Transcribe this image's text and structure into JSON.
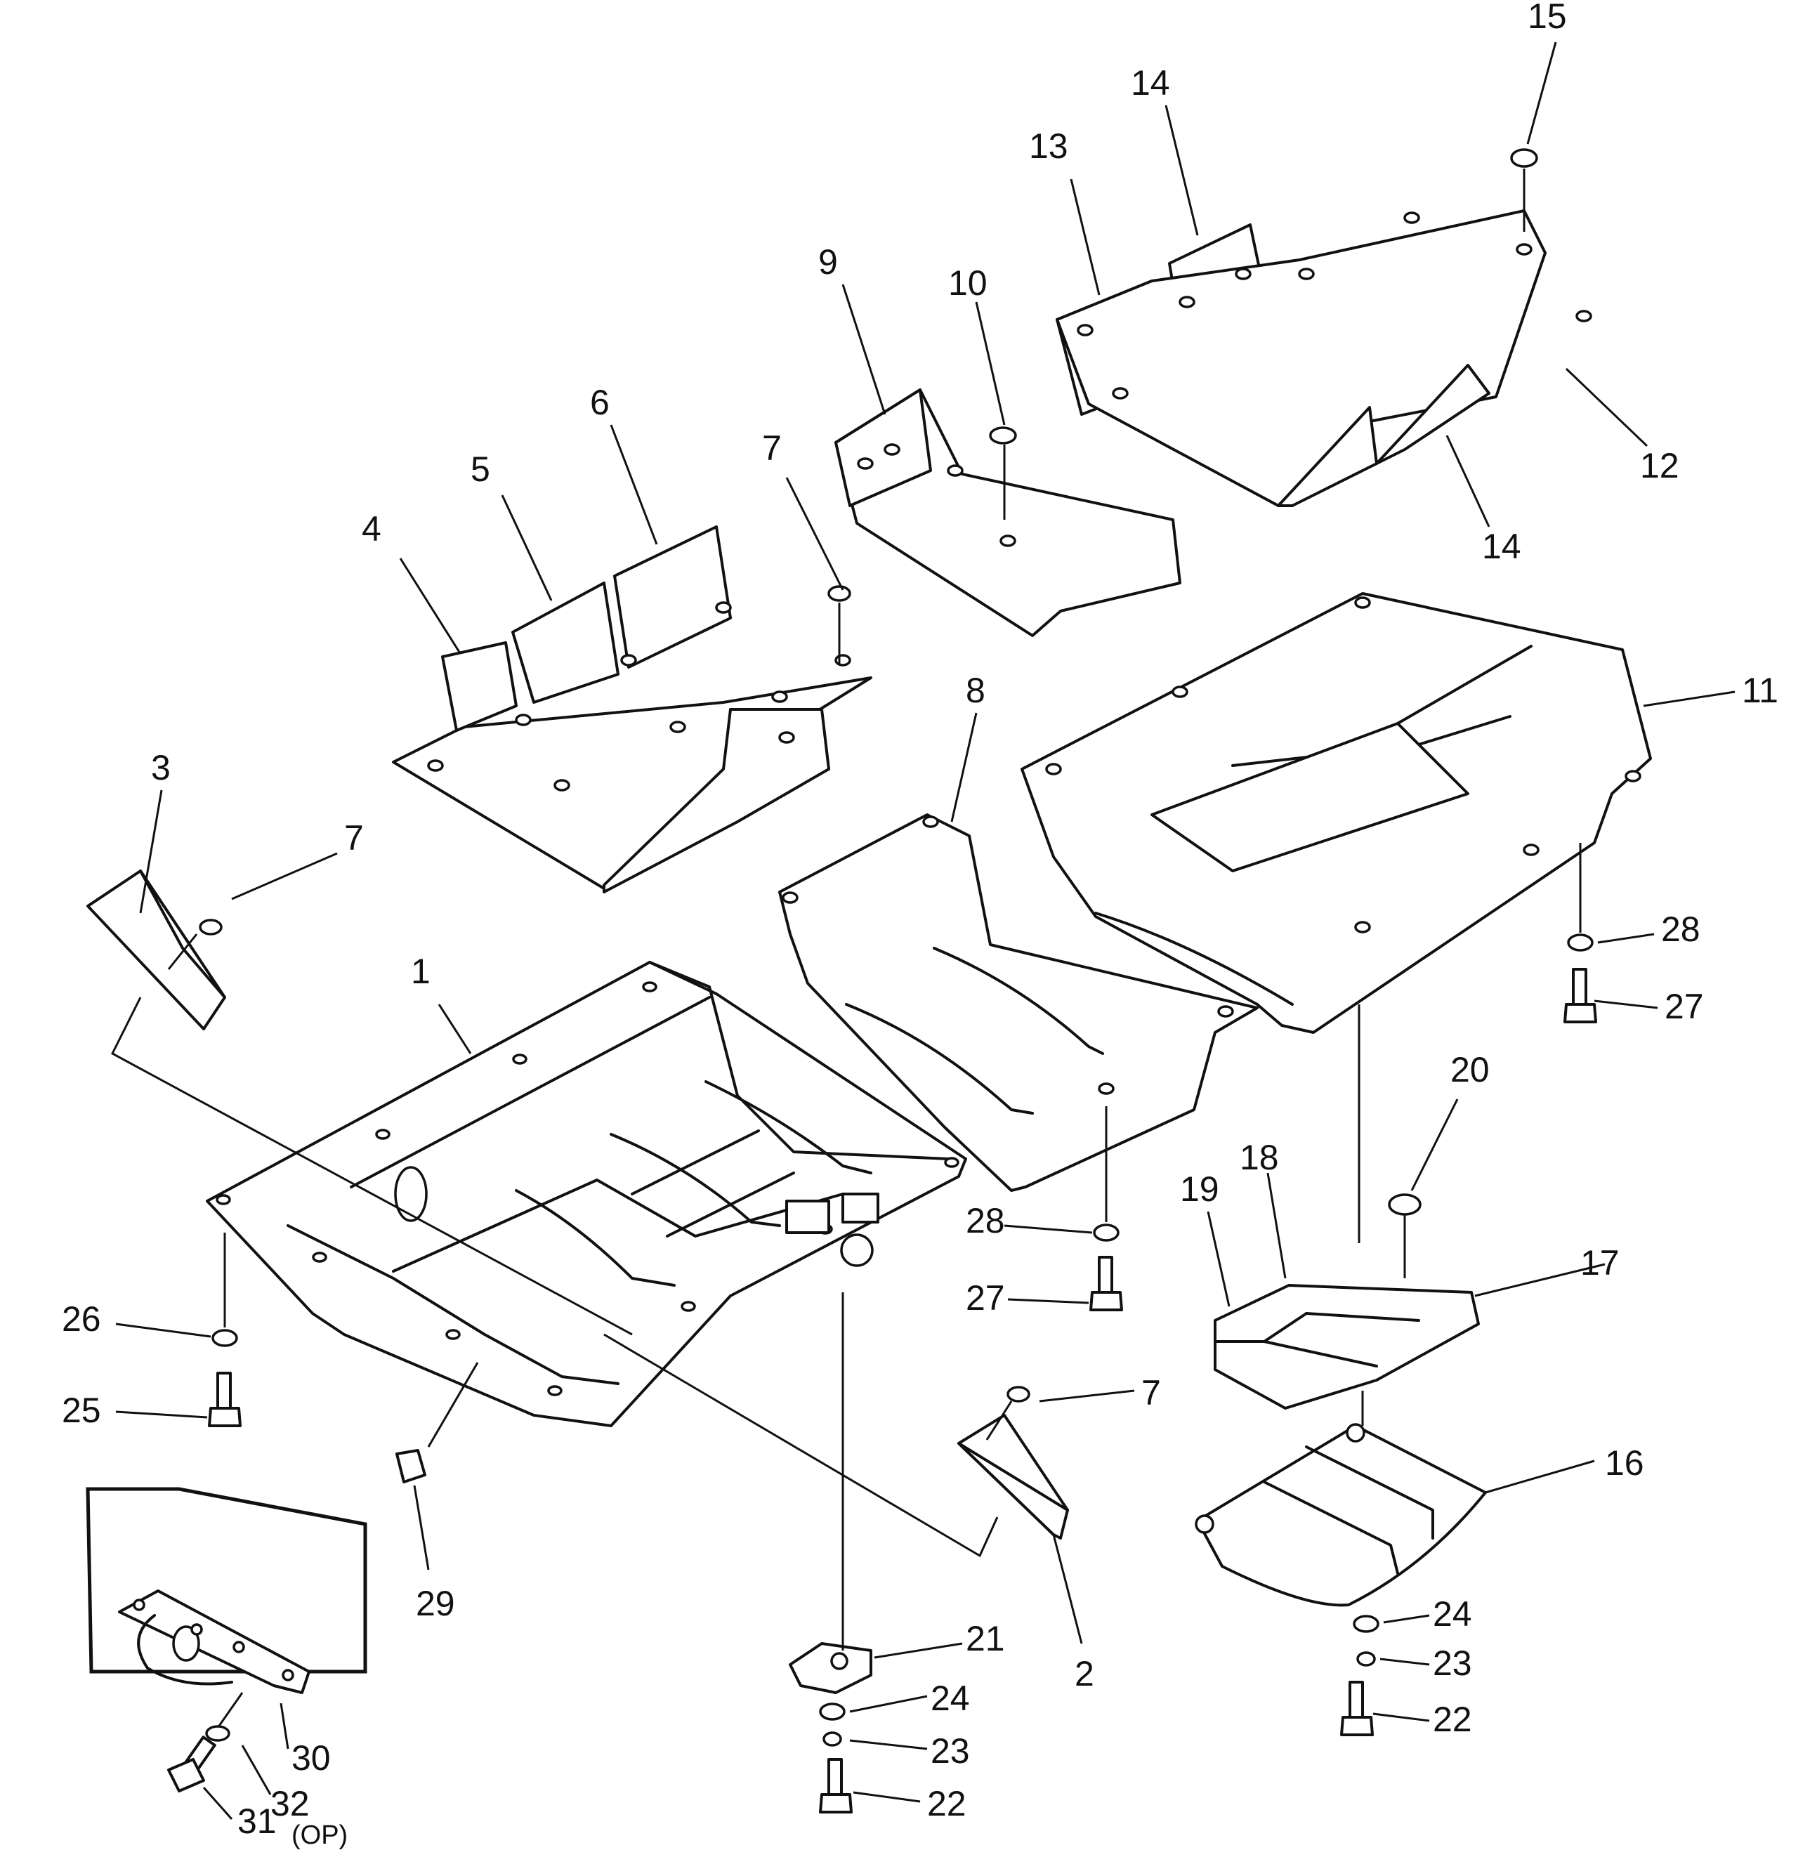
{
  "diagram": {
    "callouts": {
      "c1": "1",
      "c2": "2",
      "c3": "3",
      "c4": "4",
      "c5": "5",
      "c6": "6",
      "c7a": "7",
      "c7b": "7",
      "c7c": "7",
      "c8": "8",
      "c9": "9",
      "c10": "10",
      "c11": "11",
      "c12": "12",
      "c13": "13",
      "c14a": "14",
      "c14b": "14",
      "c15": "15",
      "c16": "16",
      "c17": "17",
      "c18": "18",
      "c19": "19",
      "c20": "20",
      "c21": "21",
      "c22a": "22",
      "c22b": "22",
      "c23a": "23",
      "c23b": "23",
      "c24a": "24",
      "c24b": "24",
      "c25": "25",
      "c26": "26",
      "c27a": "27",
      "c27b": "27",
      "c28a": "28",
      "c28b": "28",
      "c29": "29",
      "c30": "30",
      "c31": "31",
      "c32": "32"
    },
    "inset_note": "(OP)"
  }
}
